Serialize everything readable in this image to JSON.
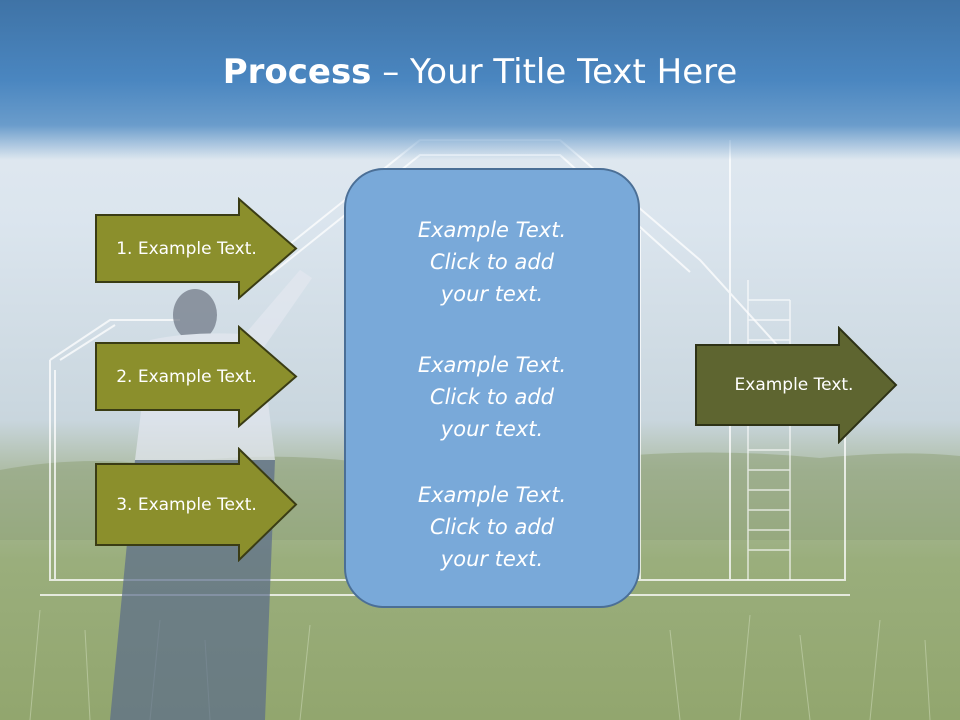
{
  "slide": {
    "title_bold": "Process",
    "title_rest": " – Your Title Text Here"
  },
  "steps": [
    {
      "label": "1. Example Text."
    },
    {
      "label": "2. Example Text."
    },
    {
      "label": "3. Example Text."
    }
  ],
  "center_panel": {
    "blocks": [
      {
        "line1": "Example Text.",
        "line2": "Click  to add",
        "line3": "your text."
      },
      {
        "line1": "Example Text.",
        "line2": "Click  to add",
        "line3": "your text."
      },
      {
        "line1": "Example Text.",
        "line2": "Click  to add",
        "line3": "your text."
      }
    ]
  },
  "result": {
    "label": "Example Text."
  },
  "colors": {
    "title_bar": "#4a86c0",
    "step_arrow_fill": "#8b8f2c",
    "result_arrow_fill": "#5e6530",
    "panel_fill": "#79a9d9"
  }
}
